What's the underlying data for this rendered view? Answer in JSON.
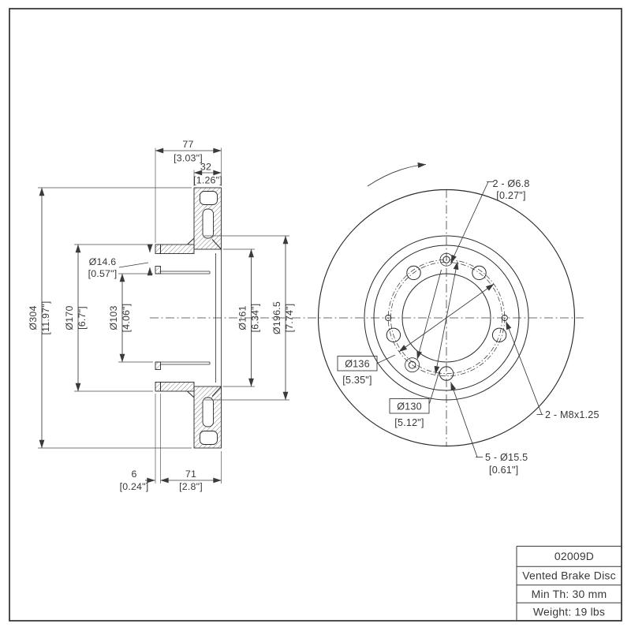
{
  "section": {
    "total_width": {
      "mm": "77",
      "in": "[3.03\"]"
    },
    "ring_width": {
      "mm": "32",
      "in": "[1.26\"]"
    },
    "outer_dia": {
      "mm": "Ø304",
      "in": "[11.97\"]"
    },
    "hat_dia": {
      "mm": "Ø170",
      "in": "[6.7\"]"
    },
    "bore_dia": {
      "mm": "Ø103",
      "in": "[4.06\"]"
    },
    "flange_hole_dia": {
      "mm": "Ø14.6",
      "in": "[0.57\"]"
    },
    "inner_dia": {
      "mm": "Ø161",
      "in": "[6.34\"]"
    },
    "vent_dia": {
      "mm": "Ø196.5",
      "in": "[7.74\"]"
    },
    "flange_thickness": {
      "mm": "6",
      "in": "[0.24\"]"
    },
    "hat_depth": {
      "mm": "71",
      "in": "[2.8\"]"
    }
  },
  "front": {
    "small_holes": {
      "line1": "2 - Ø6.8",
      "line2": "[0.27\"]"
    },
    "bolt_circle_outer": {
      "mm": "Ø136",
      "in": "[5.35\"]"
    },
    "bolt_circle_inner": {
      "mm": "Ø130",
      "in": "[5.12\"]"
    },
    "thread_holes": "2 - M8x1.25",
    "lug_holes": {
      "line1": "5 - Ø15.5",
      "line2": "[0.61\"]"
    }
  },
  "info_table": {
    "part_number": "02009D",
    "product_type": "Vented Brake Disc",
    "min_thickness": "Min Th: 30 mm",
    "weight": "Weight: 19 lbs"
  },
  "colors": {
    "line": "#2e2e2e",
    "text": "#383838",
    "background": "#ffffff"
  }
}
